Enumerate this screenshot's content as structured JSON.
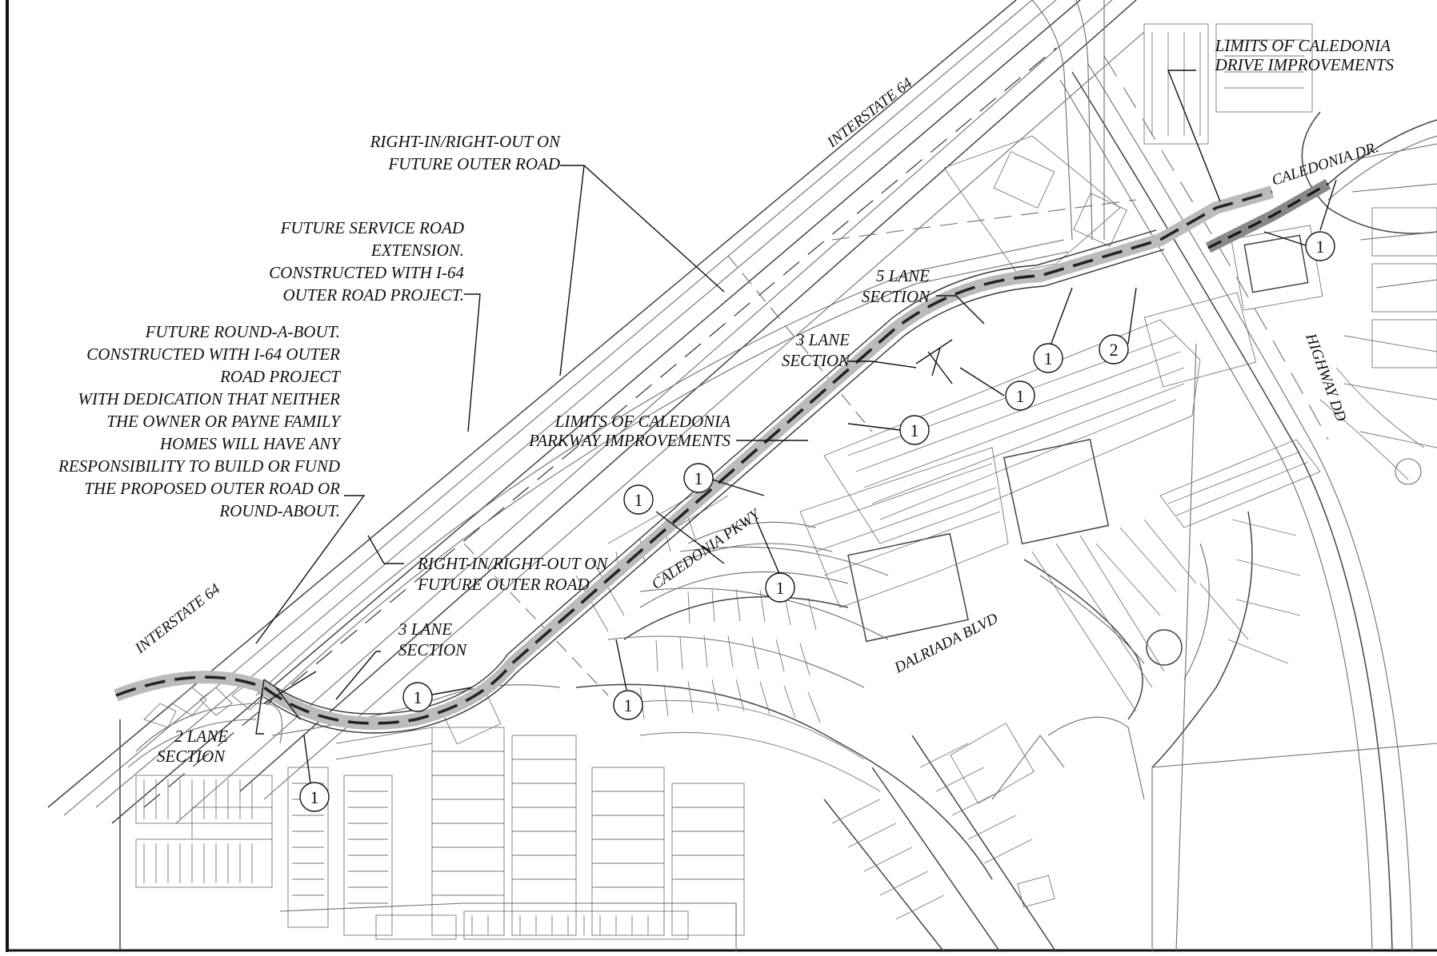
{
  "labels": {
    "interstate_top": "INTERSTATE 64",
    "interstate_bottom": "INTERSTATE 64",
    "right_in_top_1": "RIGHT-IN/RIGHT-OUT ON",
    "right_in_top_2": "FUTURE OUTER ROAD",
    "service_1": "FUTURE SERVICE ROAD",
    "service_2": "EXTENSION.",
    "service_3": "CONSTRUCTED WITH I-64",
    "service_4": "OUTER ROAD PROJECT.",
    "rab_1": "FUTURE ROUND-A-BOUT.",
    "rab_2": "CONSTRUCTED WITH I-64 OUTER",
    "rab_3": "ROAD PROJECT",
    "rab_4": "WITH DEDICATION THAT NEITHER",
    "rab_5": "THE OWNER OR PAYNE FAMILY",
    "rab_6": "HOMES WILL HAVE ANY",
    "rab_7": "RESPONSIBILITY TO BUILD OR FUND",
    "rab_8": "THE PROPOSED OUTER ROAD OR",
    "rab_9": "ROUND-ABOUT.",
    "limits_parkway_1": "LIMITS OF CALEDONIA",
    "limits_parkway_2": "PARKWAY IMPROVEMENTS",
    "limits_drive_1": "LIMITS OF CALEDONIA",
    "limits_drive_2": "DRIVE IMPROVEMENTS",
    "five_lane_1": "5 LANE",
    "five_lane_2": "SECTION",
    "three_lane_upper_1": "3 LANE",
    "three_lane_upper_2": "SECTION",
    "right_in_bottom_1": "RIGHT-IN/RIGHT-OUT ON",
    "right_in_bottom_2": "FUTURE OUTER ROAD",
    "three_lane_lower_1": "3 LANE",
    "three_lane_lower_2": "SECTION",
    "two_lane_1": "2 LANE",
    "two_lane_2": "SECTION"
  },
  "roads": {
    "caledonia_dr": "CALEDONIA DR.",
    "caledonia_pkwy": "CALEDONIA PKWY",
    "highway": "HIGHWAY DD",
    "dalriada": "DALRIADA BLVD"
  },
  "callouts": [
    "1",
    "1",
    "1",
    "2",
    "1",
    "1",
    "1",
    "1",
    "1",
    "1",
    "1"
  ]
}
